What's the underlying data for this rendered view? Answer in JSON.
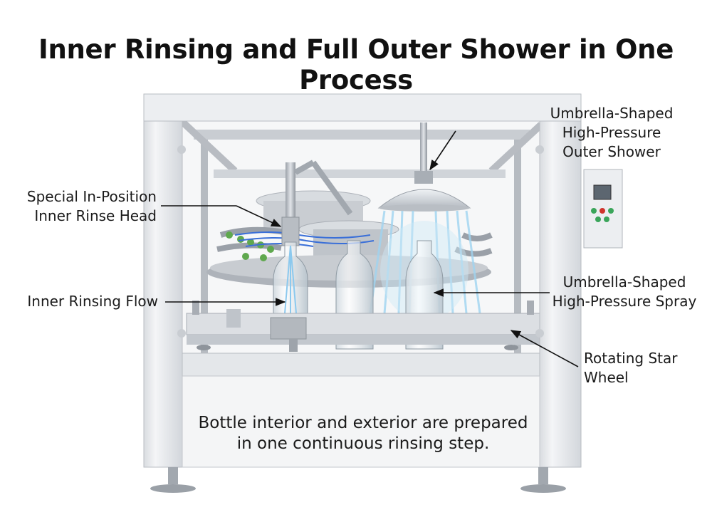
{
  "title": "Inner Rinsing and Full Outer Shower in One Process",
  "labels": {
    "outer_shower": [
      "Umbrella-Shaped",
      "High-Pressure",
      "Outer Shower"
    ],
    "inner_rinse_head": [
      "Special In-Position",
      "Inner Rinse Head"
    ],
    "inner_rinsing_flow": [
      "Inner Rinsing Flow"
    ],
    "spray": [
      "Umbrella-Shaped",
      "High-Pressure Spray"
    ],
    "star_wheel": [
      "Rotating Star",
      "Wheel"
    ]
  },
  "caption": [
    "Bottle interior and exterior are prepared",
    "in one continuous rinsing step."
  ],
  "colors": {
    "frame": "#e9ebee",
    "frame_edge": "#b9bdc3",
    "steel": "#c7ccd2",
    "water": "#9fd3f0",
    "tube": "#3a6fd8",
    "indicator_green": "#3aa55a",
    "indicator_red": "#d0342c"
  }
}
